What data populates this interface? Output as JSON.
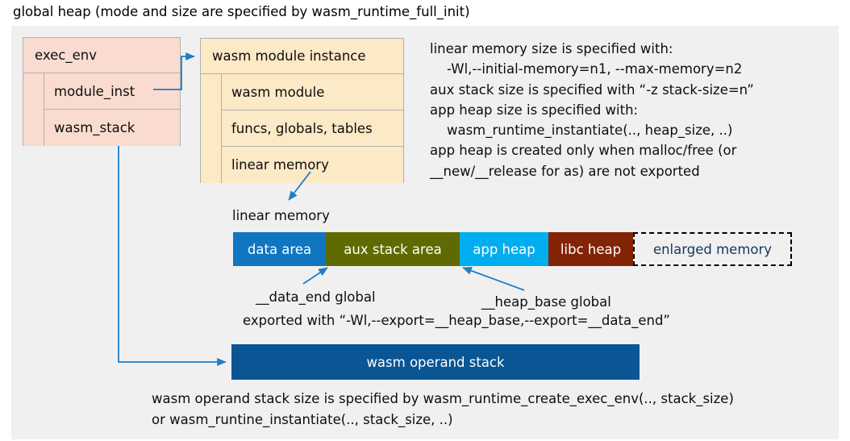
{
  "title": "global heap (mode and size are specified by wasm_runtime_full_init)",
  "colors": {
    "panel_background": "#f0f0f0",
    "exec_env_fill": "#fadbd0",
    "module_instance_fill": "#fce9c6",
    "box_border": "#b0b0b0",
    "connector": "#1f7ec4",
    "data_area": "#1076c0",
    "aux_stack_area": "#5f6b00",
    "app_heap": "#00adee",
    "libc_heap": "#822405",
    "enlarged_memory_text": "#16365c",
    "operand_stack": "#0a5694"
  },
  "exec_env": {
    "header": "exec_env",
    "fields": [
      {
        "label": "module_inst"
      },
      {
        "label": "wasm_stack"
      }
    ]
  },
  "module_instance": {
    "header": "wasm module instance",
    "fields": [
      {
        "label": "wasm module"
      },
      {
        "label": "funcs, globals, tables"
      },
      {
        "label": "linear memory"
      }
    ]
  },
  "notes": {
    "text": "linear memory size is specified with:\n    -Wl,--initial-memory=n1, --max-memory=n2\naux stack size is specified with “-z stack-size=n”\napp heap size is specified with:\n    wasm_runtime_instantiate(.., heap_size, ..)\napp heap is created only when malloc/free (or\n__new/__release for as) are not exported"
  },
  "linear_memory": {
    "caption": "linear memory",
    "segments": [
      {
        "label": "data area",
        "width": 115,
        "fill": "#1076c0",
        "dashed": false
      },
      {
        "label": "aux stack area",
        "width": 166,
        "fill": "#5f6b00",
        "dashed": false
      },
      {
        "label": "app heap",
        "width": 110,
        "fill": "#00adee",
        "dashed": false
      },
      {
        "label": "libc heap",
        "width": 105,
        "fill": "#822405",
        "dashed": false
      },
      {
        "label": "enlarged memory",
        "width": 197,
        "fill": "transparent",
        "dashed": true
      }
    ]
  },
  "annotations": {
    "data_end": "__data_end global",
    "heap_base": "__heap_base global",
    "exported_with": "exported with “-Wl,--export=__heap_base,--export=__data_end”"
  },
  "operand_stack": {
    "label": "wasm operand stack"
  },
  "bottom_notes": {
    "text": "wasm operand stack size is specified by wasm_runtime_create_exec_env(.., stack_size)\nor wasm_runtine_instantiate(.., stack_size, ..)"
  }
}
